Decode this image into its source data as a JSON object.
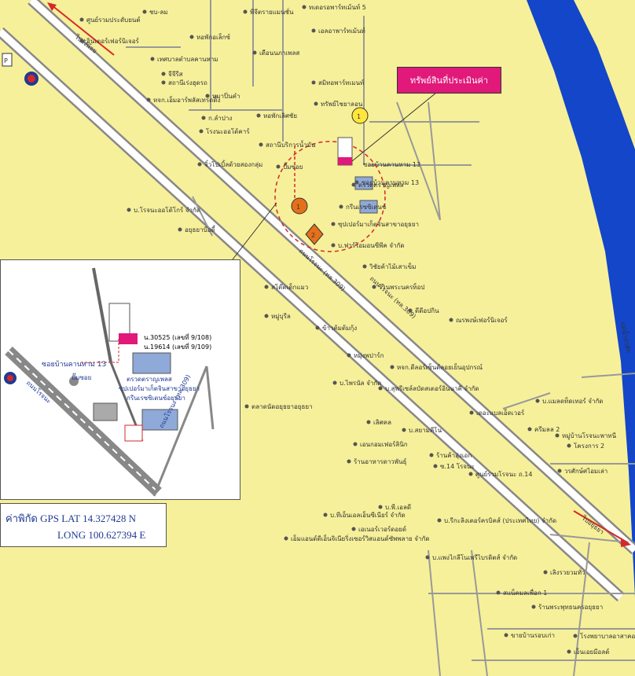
{
  "callout": {
    "label": "ทรัพย์สินที่ประเมินค่า"
  },
  "gps": {
    "lat_label": "ค่าพิกัด GPS  LAT  14.327428  N",
    "long_label": "LONG  100.627394  E"
  },
  "markers": {
    "subject": "1",
    "photo1": "1",
    "photo2": "2"
  },
  "roads": {
    "main_left": "ถนนโรจนะ (ทล.309)",
    "main_right": "ถนนโรจนะ (ทล.309)",
    "soi": "ซอยบ้านคานหาม 13",
    "dir_left": "ไปวังน้อย",
    "dir_right": "ไปอยุธยา",
    "river": "แม่น้ำป่าสัก"
  },
  "inset": {
    "soi": "ซอยบ้านคานหาม 13",
    "deed1": "น.30525 (เลขที่ 9/108)",
    "deed2": "น.19614 (เลขที่ 9/109)",
    "station": "ปั๊มซอย",
    "hotel1": "ตรวดตราญเพลส",
    "hotel2": "ซุปเปอร์มาเก็ตจินสาขาอยุธยา",
    "hotel3": "กรีนเรซซิเดนซ์อยุธยา",
    "road_left": "ถนนโรจนะ",
    "road_right": "ถนนโรจนะ (ทล.309)"
  },
  "places": [
    "ศูนย์รวมประดับยนต์",
    "อินเตอร์เฟอร์นิเจอร์",
    "ชบ-ลม",
    "พีจีตรายแมนชั่น",
    "ทเดอรอพาร์ทเม้นท์ 5",
    "หอพักอเล็กซ์",
    "เทศบาลตำบลคานหาม",
    "เอลอาพาร์ทเม้นท์",
    "จีจีรีส",
    "เดือนนภาเพลส",
    "สถานีเร่งฮุดรถ",
    "สมิทอพาร์ทเมนท์",
    "หจก.เอ็มอาร์พลัสเทรดดิ้ง",
    "หมาปิ่นคำ",
    "ทรัพย์ไชยาลอน",
    "หอพักเลิศชัย",
    "ก.ลำปาง",
    "โรงนะออโต้คาร์",
    "สถานีบริการน้ำมัน",
    "ปั๊มซอย",
    "ซอยบ้านคานหาม 13",
    "ตรวดตราญเพลส",
    "จิ๋วโปเบิ้ลด้วยสองกลุ่ม",
    "บ.โรจนะออโต้โกร์ จำกัด",
    "อยุธยาบ๊อดี้",
    "กรีนเรซซิเดนซ์",
    "ซุปเปอร์มาเก็ตจินสาขาอยุธยา",
    "บ.ฟาร์โอมอนซีพีค จำกัด",
    "วิชัยค้าไม้เสาเข็ม",
    "ร้านพระนครท็อป",
    "สโต๊ตเด็กแมว",
    "หมู่บุรีล",
    "ดีดีอปกิน",
    "ข้าวต้มต้มกุ้ง",
    "ณรพงษ์เฟอร์นิเจอร์",
    "หมุ่งพปาร์ก",
    "หจก.ดีลอร์เซ็นต์ลอยเย็นอุปกรณ์",
    "บ.ไพรนัล จำกัด",
    "บ.สุพรีเซล์ลบัดสเตอร์อินนาคี จำกัด",
    "ตลาดนัดอยุธยาอยุธยา",
    "เดอะแบลเอ็ดเวอร์",
    "เลิศคล",
    "บ.สยามคีโน",
    "เอนกอมเฟอร์ลินิก",
    "ร้านอาหารดาวพันธุ์",
    "ร้านค้าอุ่งเอก",
    "ซ.14 โรจนะ",
    "ศูนย์รวมโรจนะ ถ.14",
    "บ.ทีเอ็นเอลเอ็นซีเนียร์ จำกัด",
    "บ.พี.เอลดี",
    "เอเนอร์เวอร์ดอยด์",
    "บ.รีกะลิงเตอร์ครบิคส์ (ประเทศไทย) จำกัด",
    "เอ็มแอนด์ดีเอ็นจิเนียริ่งเซอร์วิสแอนด์ซัพพลาย จำกัด",
    "บ.แพงไกลีโนเพรีไบรดิตส์ จำกัด",
    "เลิงรวยวมทั่ว",
    "สแน็คมลเพื่อก 1",
    "ร้านพระพุทธนครอยุธยา",
    "บ.แมลดท็ดเทอร์ จำกัด",
    "ครีมลล 2",
    "หมู่บ้านโรจนะพาทนี",
    "โครงการ 2",
    "วรศักษ์ศไอมเล่า",
    "โรงพยาบาลอาสาคอยต์",
    "เอ็นเอยมีอลด์",
    "ขายบ้านรอบเก่า"
  ]
}
